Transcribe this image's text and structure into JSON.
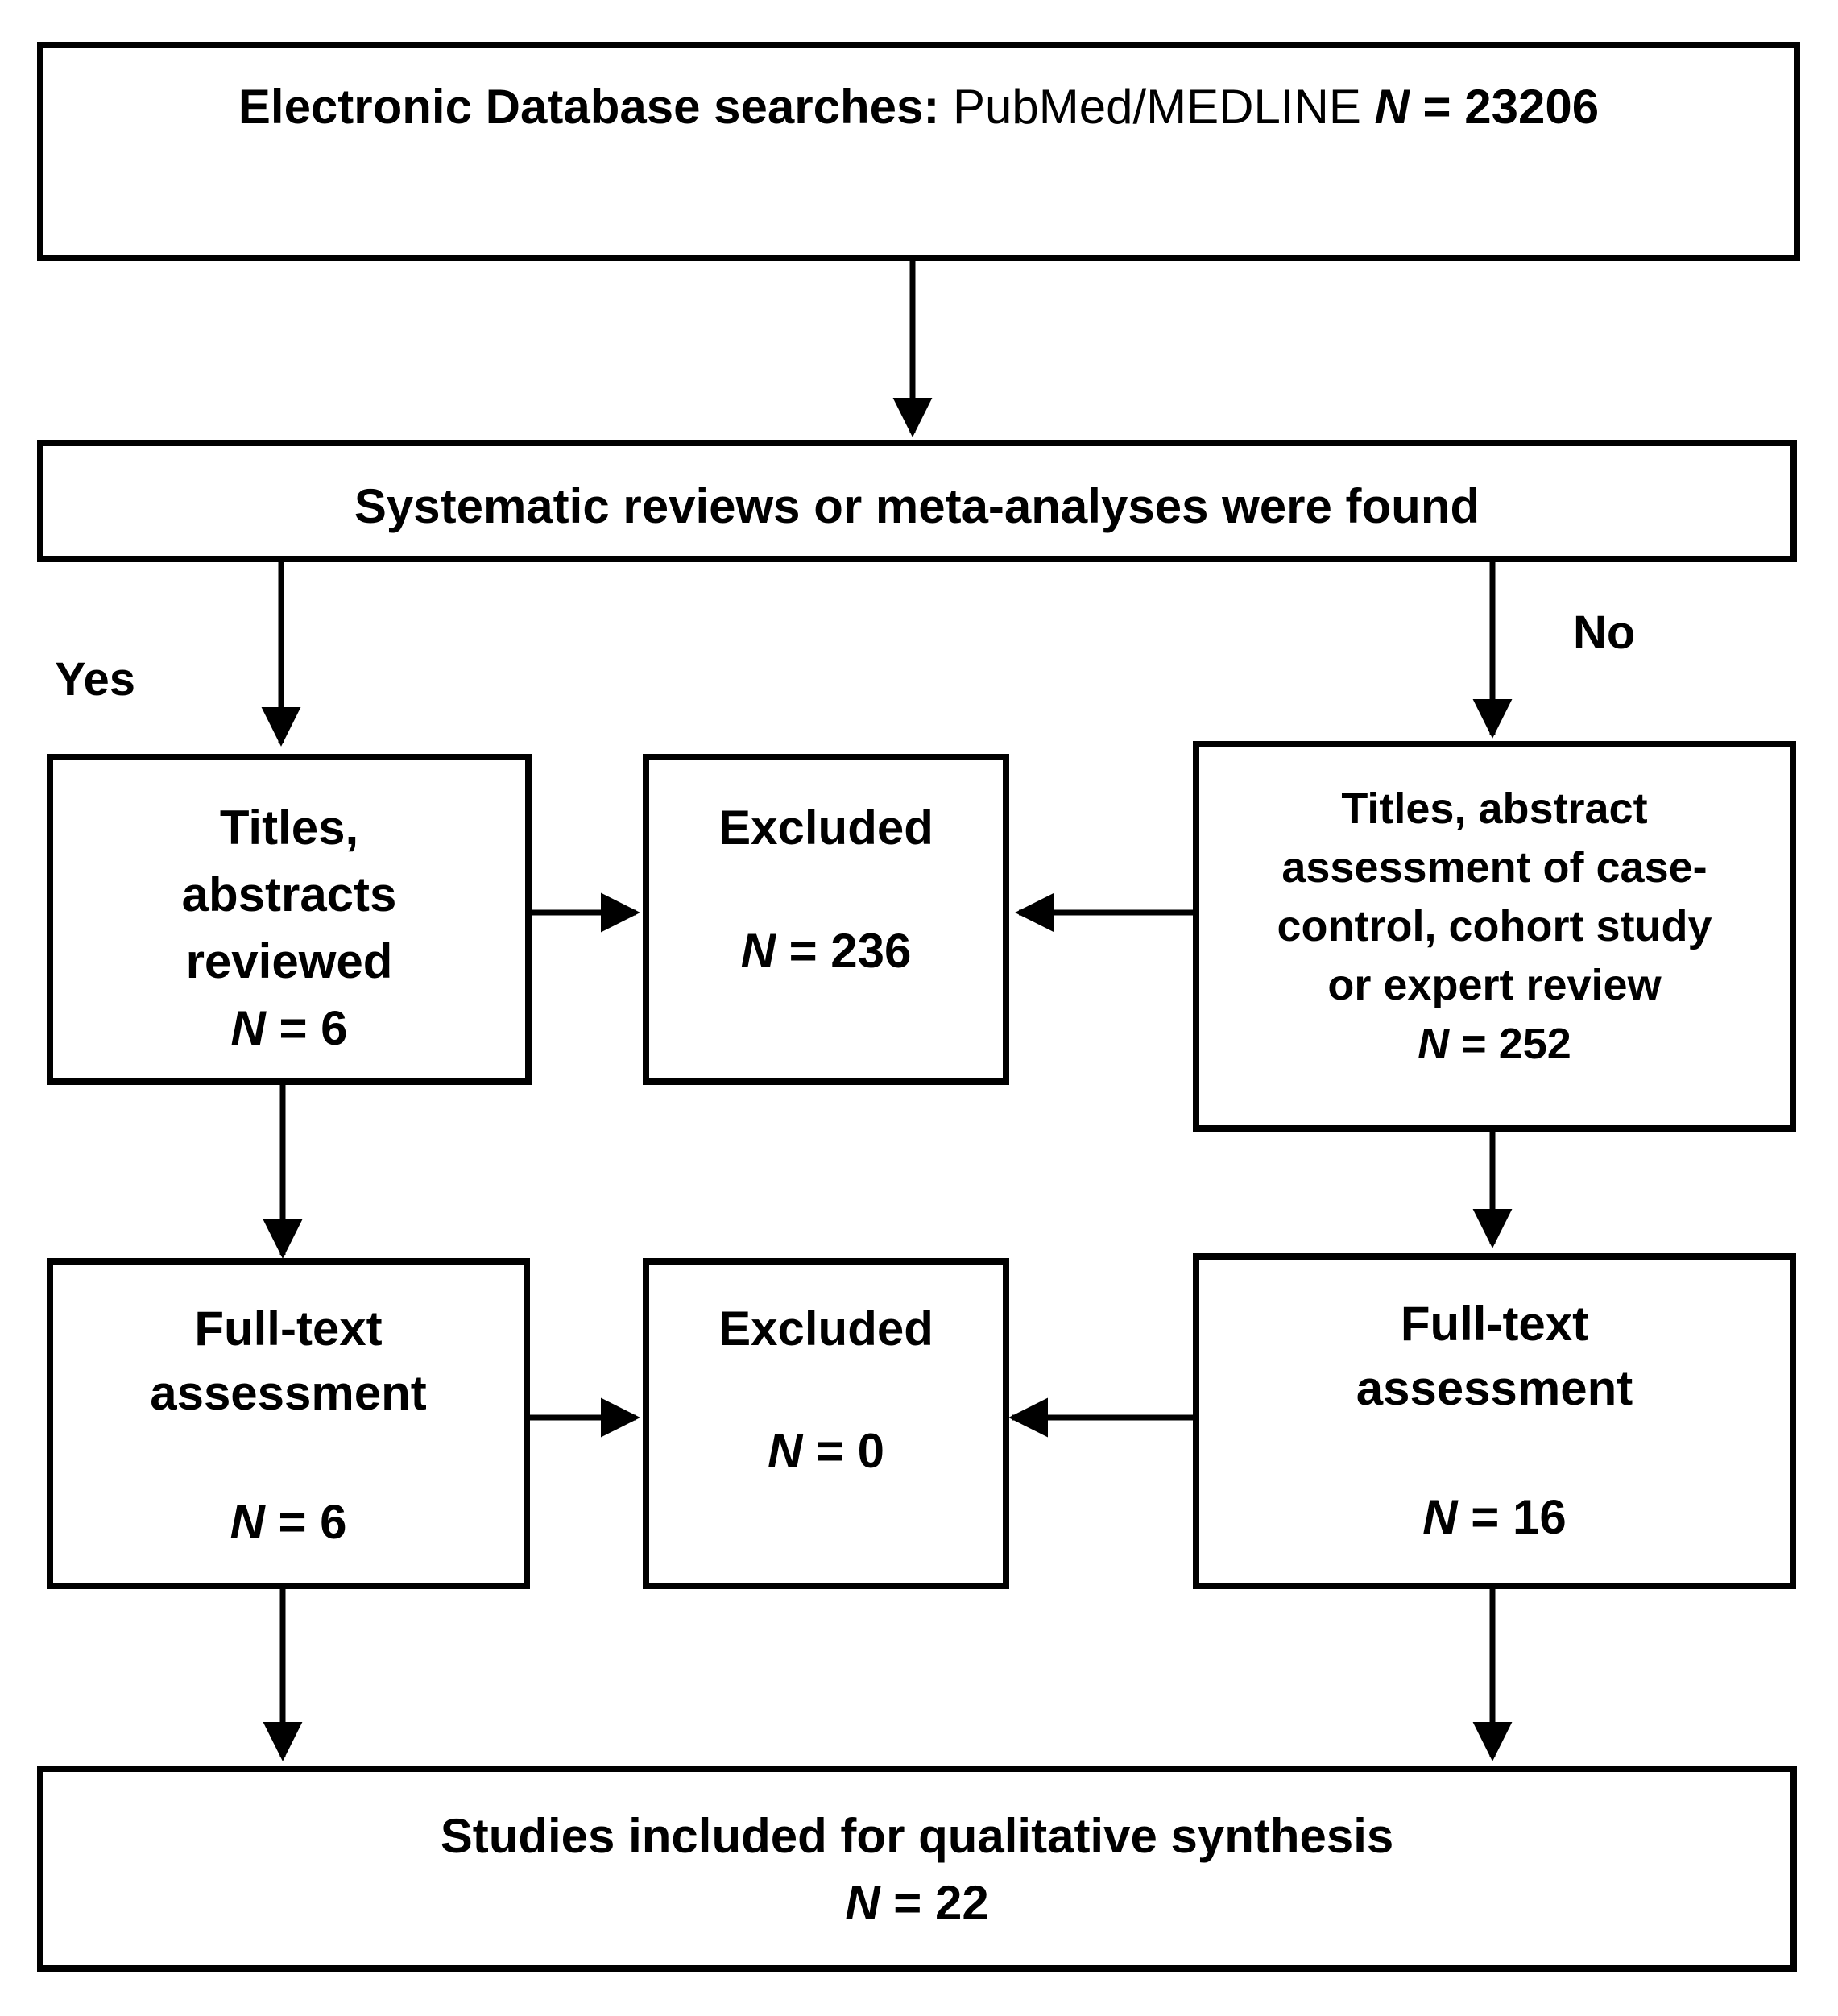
{
  "top": {
    "label": "Electronic Database searches:",
    "source": "PubMed/MEDLINE",
    "n_letter": "N",
    "n_text": " = 23206"
  },
  "decision": {
    "text": "Systematic reviews or meta-analyses were found"
  },
  "branch_labels": {
    "yes": "Yes",
    "no": "No"
  },
  "left_screen": {
    "lines": [
      "Titles,",
      "abstracts",
      "reviewed"
    ],
    "n_letter": "N",
    "n_text": " = 6"
  },
  "excluded_top": {
    "title": "Excluded",
    "n_letter": "N",
    "n_text": " = 236"
  },
  "right_screen": {
    "lines": [
      "Titles, abstract",
      "assessment of case-",
      "control, cohort study",
      "or expert review"
    ],
    "n_letter": "N",
    "n_text": " = 252"
  },
  "left_fulltext": {
    "lines": [
      "Full-text",
      "assessment"
    ],
    "n_letter": "N",
    "n_text": " = 6"
  },
  "excluded_bottom": {
    "title": "Excluded",
    "n_letter": "N",
    "n_text": " = 0"
  },
  "right_fulltext": {
    "lines": [
      "Full-text",
      "assessment"
    ],
    "n_letter": "N",
    "n_text": " = 16"
  },
  "final": {
    "text": "Studies included for qualitative synthesis",
    "n_letter": "N",
    "n_text": " = 22"
  }
}
